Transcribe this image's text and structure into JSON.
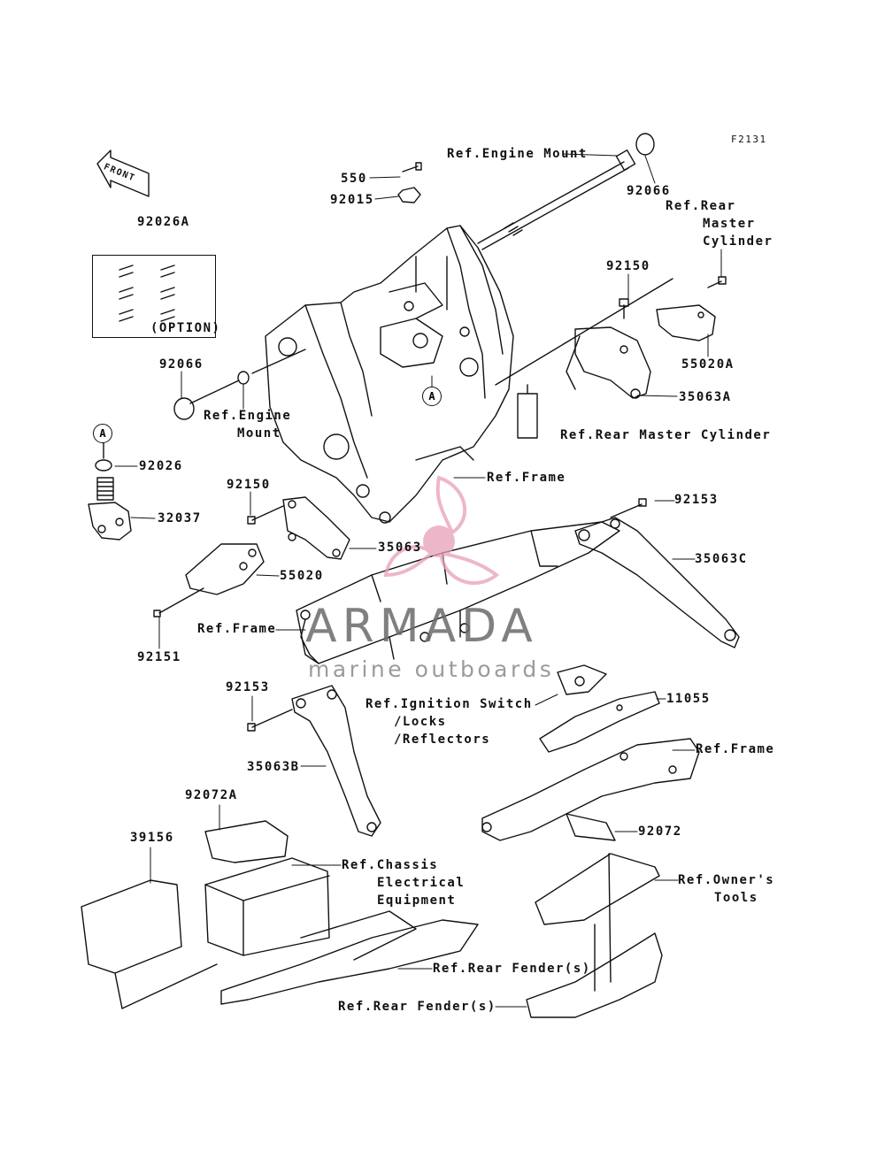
{
  "figure_code": "F2131",
  "front_label": "FRONT",
  "option_label": "(OPTION)",
  "circle_marker": "A",
  "watermark": {
    "brand": "ARMADA",
    "tagline": "marine outboards",
    "logo_color": "#e8a0b8"
  },
  "parts": {
    "p550": "550",
    "p92015": "92015",
    "p92026A": "92026A",
    "p92066_top": "92066",
    "p92066_left": "92066",
    "p92150_top": "92150",
    "p92150_mid": "92150",
    "p55020A": "55020A",
    "p35063A": "35063A",
    "p92026": "92026",
    "p32037": "32037",
    "p35063": "35063",
    "p55020": "55020",
    "p92151": "92151",
    "p92153_right": "92153",
    "p35063C": "35063C",
    "p92153_left": "92153",
    "p11055": "11055",
    "p35063B": "35063B",
    "p92072A": "92072A",
    "p39156": "39156",
    "p92072": "92072"
  },
  "refs": {
    "engine_mount_top": "Ref.Engine Mount",
    "rear_master_cyl_1": "Ref.Rear",
    "rear_master_cyl_2": "Master",
    "rear_master_cyl_3": "Cylinder",
    "engine_mount_left_1": "Ref.Engine",
    "engine_mount_left_2": "Mount",
    "rear_master_cylinder": "Ref.Rear Master Cylinder",
    "frame_1": "Ref.Frame",
    "frame_2": "Ref.Frame",
    "frame_3": "Ref.Frame",
    "ignition_1": "Ref.Ignition Switch",
    "ignition_2": "/Locks",
    "ignition_3": "/Reflectors",
    "chassis_1": "Ref.Chassis",
    "chassis_2": "Electrical",
    "chassis_3": "Equipment",
    "owners_tools_1": "Ref.Owner's",
    "owners_tools_2": "Tools",
    "rear_fender_1": "Ref.Rear Fender(s)",
    "rear_fender_2": "Ref.Rear Fender(s)"
  }
}
